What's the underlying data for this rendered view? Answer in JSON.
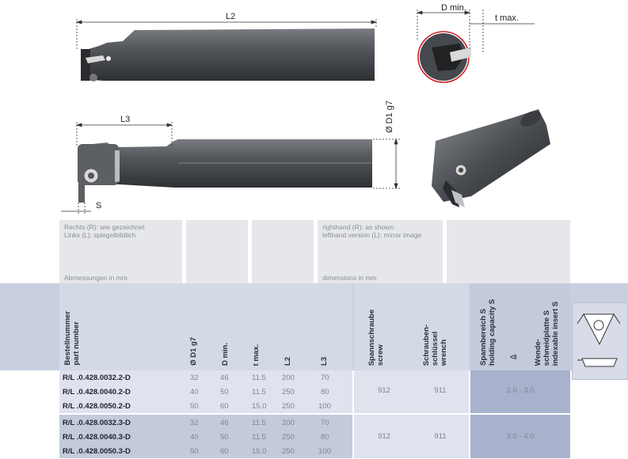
{
  "dimensions": {
    "L2": "L2",
    "L3": "L3",
    "D_min": "D min.",
    "t_max": "t max.",
    "D1": "Ø D1 g7",
    "S": "S"
  },
  "notes": {
    "de_line1": "Rechts (R): wie gezeichnet",
    "de_line2": "Links (L): spiegelbildlich",
    "de_units": "Abmessungen in mm",
    "en_line1": "righthand (R): as shown",
    "en_line2": "lefthand version (L): mirror image",
    "en_units": "dimensions in mm"
  },
  "headers": {
    "part_number": "Bestellnummer\npart number",
    "d1": "Ø D1 g7",
    "dmin": "D min.",
    "tmax": "t max.",
    "l2": "L2",
    "l3": "L3",
    "screw": "Spannschraube\nscrew",
    "wrench": "Schrauben-\nschlüssel\nwrench",
    "holding": "Spannbereich  S\nholding capacity S",
    "holding_symbol": "⧏",
    "insert": "Wende-\nschneidplatte  S\nindexable insert S"
  },
  "rows": [
    {
      "pn": "R/L .0.428.0032.2-D",
      "d1": "32",
      "dmin": "46",
      "tmax": "11.5",
      "l2": "200",
      "l3": "70"
    },
    {
      "pn": "R/L .0.428.0040.2-D",
      "d1": "40",
      "dmin": "50",
      "tmax": "11.5",
      "l2": "250",
      "l3": "80"
    },
    {
      "pn": "R/L .0.428.0050.2-D",
      "d1": "50",
      "dmin": "60",
      "tmax": "15.0",
      "l2": "250",
      "l3": "100"
    },
    {
      "pn": "R/L .0.428.0032.3-D",
      "d1": "32",
      "dmin": "46",
      "tmax": "11.5",
      "l2": "200",
      "l3": "70"
    },
    {
      "pn": "R/L .0.428.0040.3-D",
      "d1": "40",
      "dmin": "50",
      "tmax": "11.5",
      "l2": "250",
      "l3": "80"
    },
    {
      "pn": "R/L .0.428.0050.3-D",
      "d1": "50",
      "dmin": "60",
      "tmax": "15.0",
      "l2": "250",
      "l3": "100"
    }
  ],
  "groups": [
    {
      "screw": "912",
      "wrench": "911",
      "holding": "2.0 - 3.0"
    },
    {
      "screw": "912",
      "wrench": "911",
      "holding": "3.0 - 4.0"
    }
  ],
  "colors": {
    "band": "#c9cfe0",
    "row_light": "#dfe3ee",
    "row_dark": "#c4cadc",
    "highlight": "#a9b2cc",
    "tool_body": "#4a4d52"
  }
}
